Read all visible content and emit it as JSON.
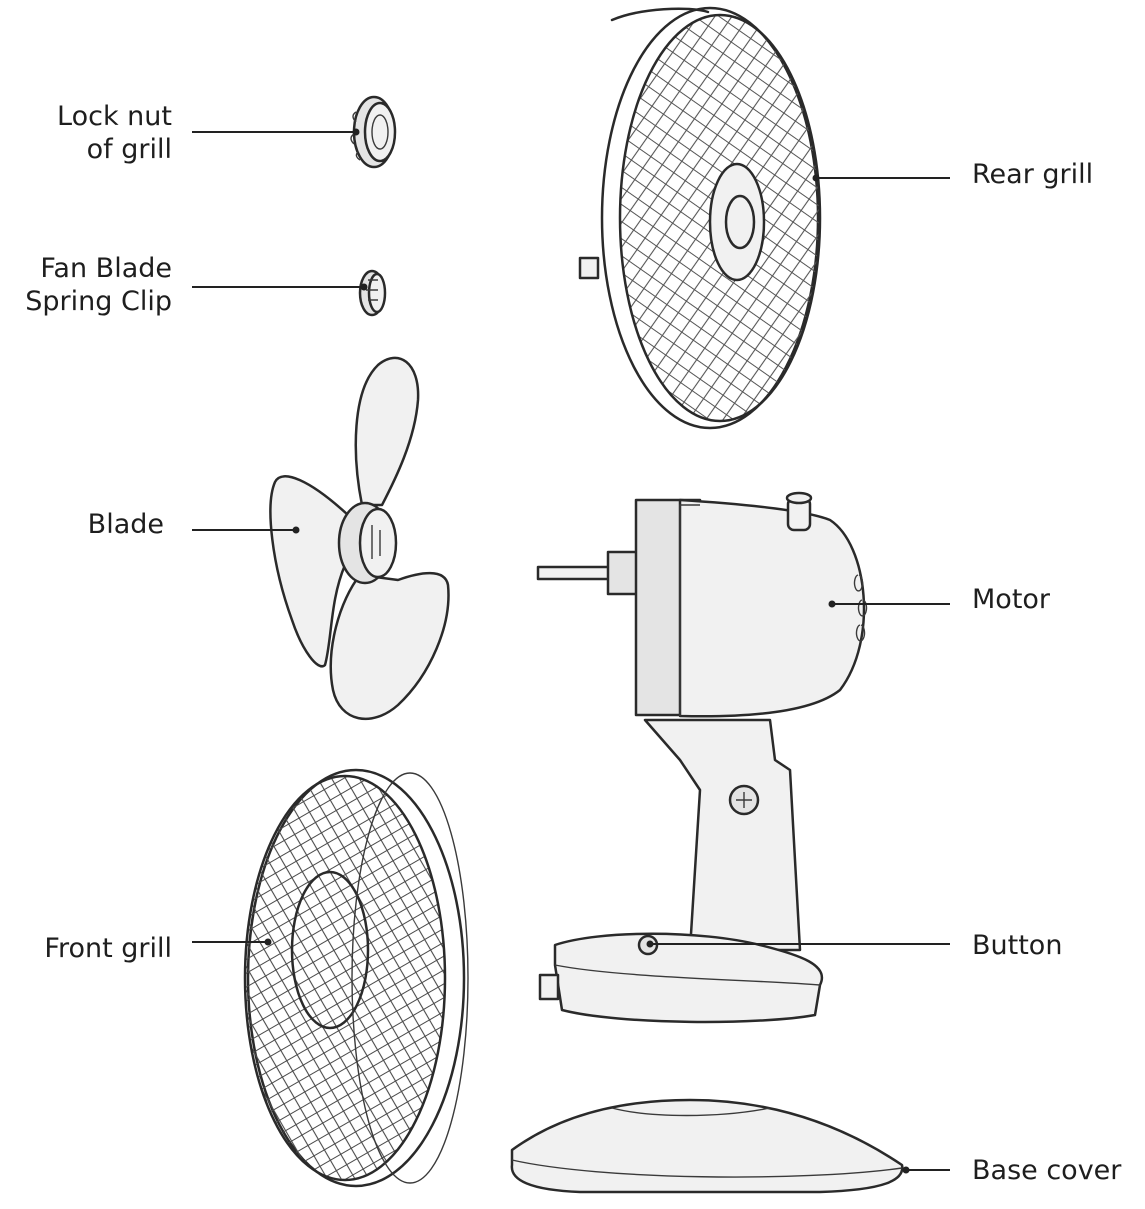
{
  "diagram": {
    "labels": {
      "lock_nut": "Lock nut\nof grill",
      "spring_clip": "Fan Blade\nSpring Clip",
      "blade": "Blade",
      "front_grill": "Front grill",
      "rear_grill": "Rear grill",
      "motor": "Motor",
      "button": "Button",
      "base_cover": "Base cover"
    }
  }
}
